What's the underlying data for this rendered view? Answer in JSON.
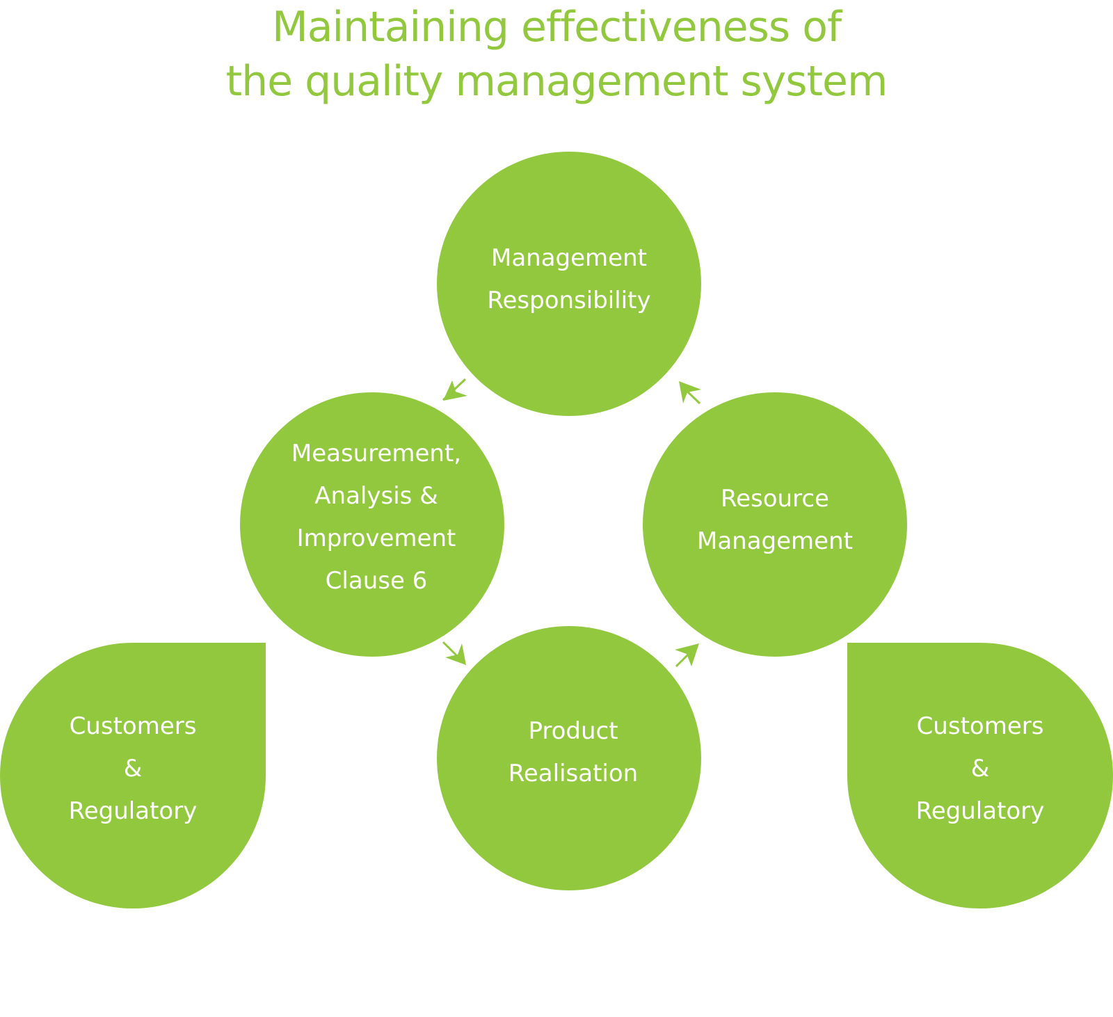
{
  "title": {
    "line1": "Maintaining effectiveness of",
    "line2": "the quality management system"
  },
  "nodes": {
    "management_responsibility": [
      "Management",
      "Responsibility"
    ],
    "measurement_analysis": [
      "Measurement,",
      "Analysis &",
      "Improvement",
      "Clause 6"
    ],
    "resource_management": [
      "Resource",
      "Management"
    ],
    "product_realisation": [
      "Product",
      "Realisation"
    ],
    "customers_left": [
      "Customers",
      "&",
      "Regulatory"
    ],
    "customers_right": [
      "Customers",
      "&",
      "Regulatory"
    ]
  },
  "colors": {
    "accent": "#92c83e",
    "node_text": "#ffffff",
    "background": "#ffffff"
  },
  "flow": [
    {
      "from": "management_responsibility",
      "to": "measurement_analysis"
    },
    {
      "from": "measurement_analysis",
      "to": "product_realisation"
    },
    {
      "from": "product_realisation",
      "to": "resource_management"
    },
    {
      "from": "resource_management",
      "to": "management_responsibility"
    }
  ]
}
